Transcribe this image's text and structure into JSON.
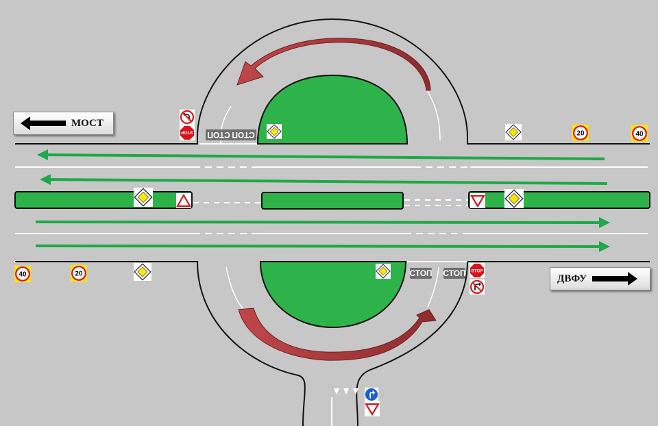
{
  "signs": {
    "left_destination": "МОСТ",
    "right_destination": "ДВФУ",
    "stop_marking": "СТОП",
    "stop_sign_word": "STOP",
    "speed_limit_low": "20",
    "speed_limit_high": "40"
  },
  "colors": {
    "road": "#c7c7c7",
    "island_green": "#2db34a",
    "flow_arrow_green": "#1fa84a",
    "circulation_arrow": "#a4393b",
    "kerb_line": "#111111",
    "lane_marking": "#ffffff",
    "stop_sign_red": "#d9141b",
    "priority_yellow": "#ffe600",
    "info_blue": "#1a5fd0"
  },
  "icons": [
    "left-arrow-icon",
    "right-arrow-icon",
    "priority-road-sign-icon",
    "give-way-sign-icon",
    "stop-sign-icon",
    "no-left-turn-sign-icon",
    "no-u-turn-sign-icon",
    "speed-limit-sign-icon",
    "turn-right-sign-icon"
  ]
}
